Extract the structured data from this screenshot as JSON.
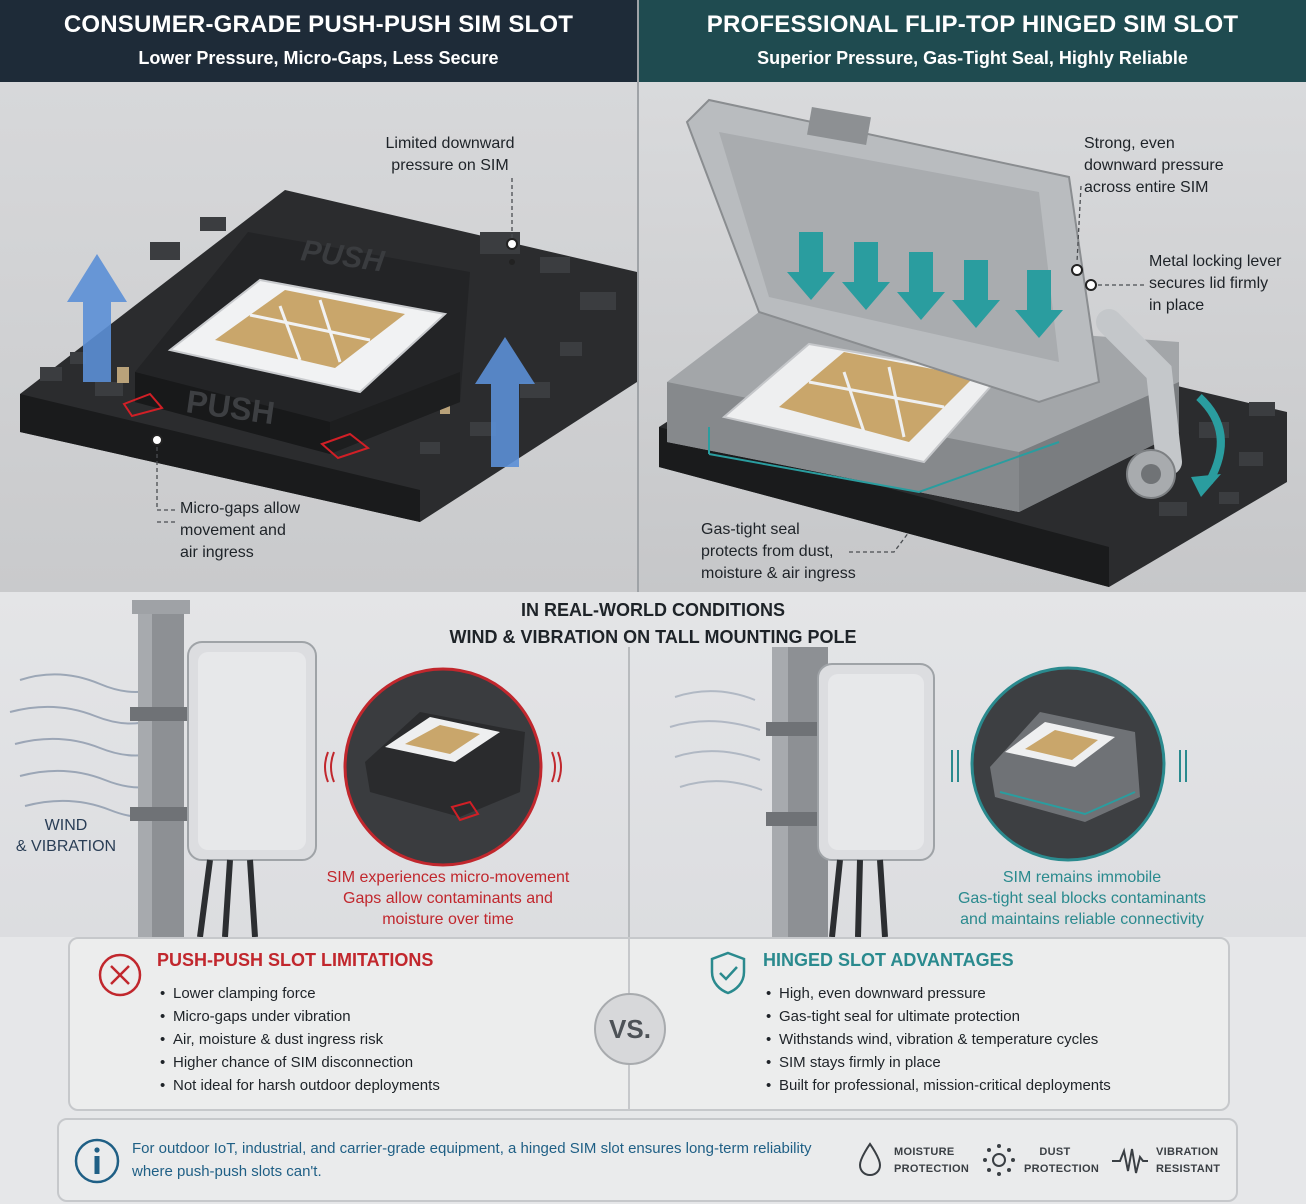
{
  "left_header": {
    "title": "CONSUMER-GRADE PUSH-PUSH SIM SLOT",
    "subtitle": "Lower Pressure, Micro-Gaps, Less Secure"
  },
  "right_header": {
    "title": "PROFESSIONAL FLIP-TOP HINGED SIM SLOT",
    "subtitle": "Superior Pressure, Gas-Tight Seal, Highly Reliable"
  },
  "left_panel": {
    "callout_pressure": [
      "Limited downward",
      "pressure on SIM"
    ],
    "callout_gaps": [
      "Micro-gaps allow",
      "movement and",
      "air ingress"
    ],
    "tray_label_top": "PUSH",
    "tray_label_front": "PUSH"
  },
  "right_panel": {
    "callout_pressure": [
      "Strong, even",
      "downward pressure",
      "across entire SIM"
    ],
    "callout_lever": [
      "Metal locking lever",
      "secures lid firmly",
      "in place"
    ],
    "callout_seal": [
      "Gas-tight seal",
      "protects from dust,",
      "moisture & air ingress"
    ]
  },
  "real_world": {
    "title_line1": "IN REAL-WORLD CONDITIONS",
    "title_line2": "WIND & VIBRATION ON TALL MOUNTING POLE",
    "wind_label": [
      "WIND",
      "& VIBRATION"
    ],
    "left_caption": [
      "SIM experiences micro-movement",
      "Gaps allow contaminants and",
      "moisture over time"
    ],
    "right_caption": [
      "SIM remains immobile",
      "Gas-tight seal blocks contaminants",
      "and maintains reliable connectivity"
    ]
  },
  "comparison": {
    "left_title": "PUSH-PUSH SLOT LIMITATIONS",
    "left_items": [
      "Lower clamping force",
      "Micro-gaps under vibration",
      "Air, moisture & dust ingress risk",
      "Higher chance of SIM disconnection",
      "Not ideal for harsh outdoor deployments"
    ],
    "vs": "VS.",
    "right_title": "HINGED SLOT ADVANTAGES",
    "right_items": [
      "High, even downward pressure",
      "Gas-tight seal for ultimate protection",
      "Withstands wind, vibration & temperature cycles",
      "SIM stays firmly in place",
      "Built for professional, mission-critical deployments"
    ]
  },
  "info": {
    "line1": "For outdoor IoT, industrial, and carrier-grade equipment, a hinged SIM slot ensures long-term reliability",
    "line2": "where push-push slots can't.",
    "features": [
      {
        "icon": "droplet-icon",
        "line1": "MOISTURE",
        "line2": "PROTECTION"
      },
      {
        "icon": "dust-icon",
        "line1": "DUST",
        "line2": "PROTECTION"
      },
      {
        "icon": "vibration-wave-icon",
        "line1": "VIBRATION",
        "line2": "RESISTANT"
      }
    ]
  },
  "colors": {
    "left_header_bg": "#1e2b38",
    "right_header_bg": "#1f4b50",
    "negative_red": "#c1272d",
    "positive_teal": "#2a8a8e",
    "info_blue": "#1f5f85",
    "arrow_blue": "#5b8fd6"
  }
}
